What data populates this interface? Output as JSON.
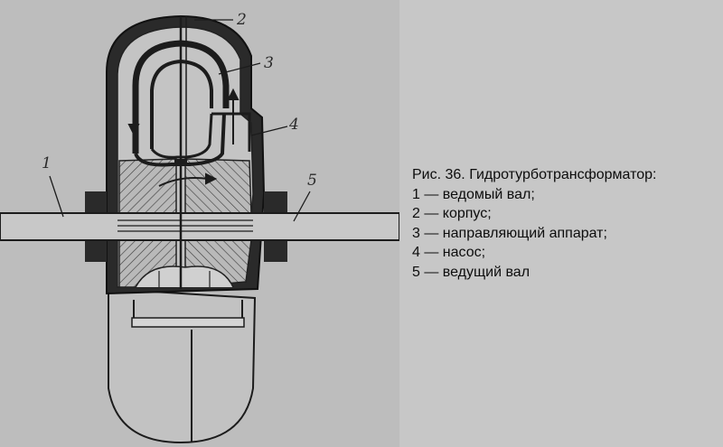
{
  "figure": {
    "caption": "Рис. 36. Гидротурботрансформатор:",
    "legend": [
      "1 — ведомый вал;",
      "2 — корпус;",
      "3 — направляющий аппарат;",
      "4 — насос;",
      "5 — ведущий вал"
    ],
    "callouts": {
      "driven_shaft": "1",
      "housing": "2",
      "guide_apparatus": "3",
      "pump": "4",
      "driving_shaft": "5"
    }
  },
  "colors": {
    "background": "#c7c7c7",
    "paper": "#bdbdbd",
    "ink": "#1c1c1c"
  }
}
